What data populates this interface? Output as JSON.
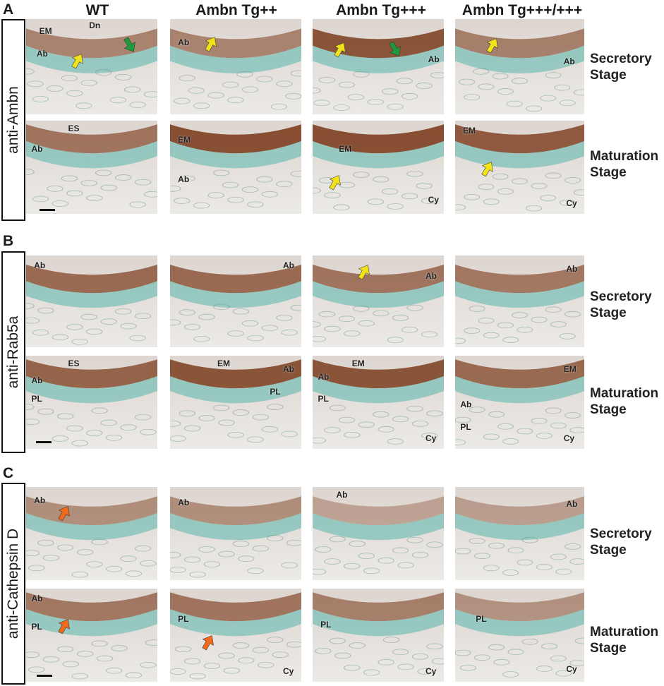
{
  "columns": [
    "WT",
    "Ambn Tg++",
    "Ambn Tg+++",
    "Ambn Tg+++/+++"
  ],
  "panels": [
    {
      "letter": "A",
      "antibody": "anti-Ambn"
    },
    {
      "letter": "B",
      "antibody": "anti-Rab5a"
    },
    {
      "letter": "C",
      "antibody": "anti-Cathepsin D"
    }
  ],
  "stages": {
    "secretory": [
      "Secretory",
      "Stage"
    ],
    "maturation": [
      "Maturation",
      "Stage"
    ]
  },
  "tile_labels": {
    "a_wt_sec": [
      "EM",
      "Dn",
      "Ab"
    ],
    "a_tg2_sec": [
      "Ab"
    ],
    "a_tg3_sec": [
      "Ab"
    ],
    "a_tg33_sec": [
      "Ab"
    ],
    "a_wt_mat": [
      "ES",
      "Ab"
    ],
    "a_tg2_mat": [
      "EM",
      "Ab"
    ],
    "a_tg3_mat": [
      "EM",
      "Cy"
    ],
    "a_tg33_mat": [
      "EM",
      "Cy"
    ],
    "b_wt_sec": [
      "Ab"
    ],
    "b_tg2_sec": [
      "Ab"
    ],
    "b_tg3_sec": [
      "Ab"
    ],
    "b_tg33_sec": [
      "Ab"
    ],
    "b_wt_mat": [
      "ES",
      "Ab",
      "PL"
    ],
    "b_tg2_mat": [
      "EM",
      "Ab",
      "PL"
    ],
    "b_tg3_mat": [
      "EM",
      "Ab",
      "PL",
      "Cy"
    ],
    "b_tg33_mat": [
      "EM",
      "Ab",
      "PL",
      "Cy"
    ],
    "c_wt_sec": [
      "Ab"
    ],
    "c_tg2_sec": [
      "Ab"
    ],
    "c_tg3_sec": [
      "Ab"
    ],
    "c_tg33_sec": [
      "Ab"
    ],
    "c_wt_mat": [
      "Ab",
      "PL"
    ],
    "c_tg2_mat": [
      "PL",
      "Cy"
    ],
    "c_tg3_mat": [
      "PL",
      "Cy"
    ],
    "c_tg33_mat": [
      "PL",
      "Cy"
    ]
  },
  "colors": {
    "green_arrow": "#1e9a3c",
    "yellow_arrow": "#f2e21a",
    "orange_arrow": "#f26a1b",
    "stain_brown": "#7a3a1a",
    "counterstain_teal": "#58b7ad",
    "background_tissue": "#e8e2dc"
  }
}
